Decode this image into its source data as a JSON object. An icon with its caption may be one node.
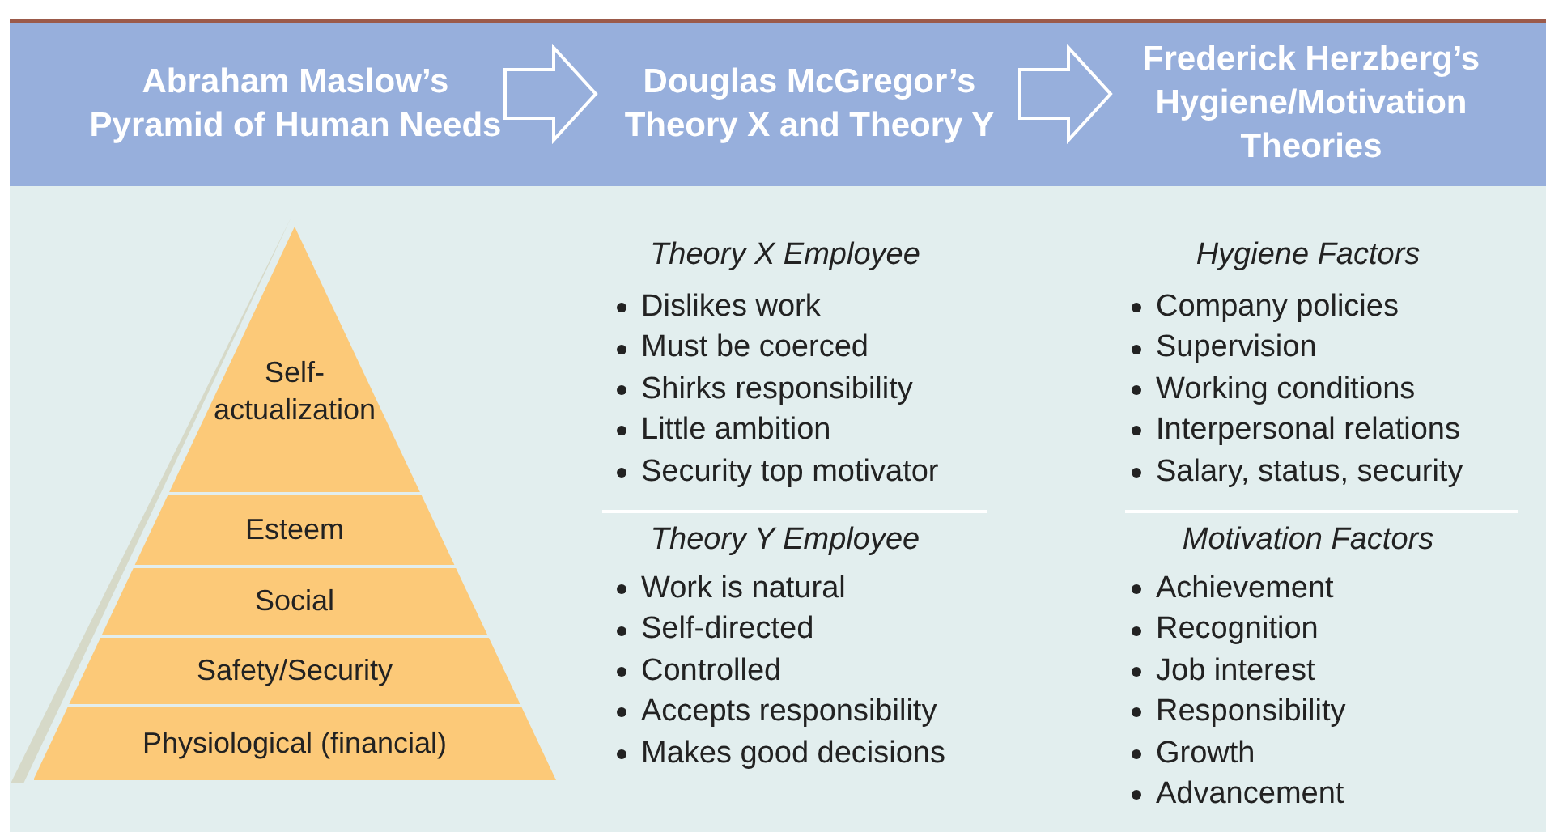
{
  "diagram": {
    "nodes": [
      {
        "text": [
          "Abraham Maslow’s Pyramid of Human Needs"
        ]
      },
      {
        "text": [
          "Douglas McGregor’s Theory X and Theory Y"
        ]
      },
      {
        "text": [
          "Frederick Herzberg’s Hygiene/Motivation Theories"
        ]
      },
      {
        "text": [
          "Self-actualization"
        ]
      },
      {
        "text": [
          "Esteem"
        ]
      },
      {
        "text": [
          "Social"
        ]
      },
      {
        "text": [
          "Safety/Security"
        ]
      },
      {
        "text": [
          "Physiological (financial)"
        ]
      }
    ],
    "edges": [
      {
        "from": 0,
        "to": 1,
        "arrow": "to"
      },
      {
        "from": 1,
        "to": 2,
        "arrow": "to"
      }
    ],
    "labels": [
      "Theory X Employee",
      "Dislikes work",
      "Must be coerced",
      "Shirks responsibility",
      "Little ambition",
      "Security top motivator",
      "Theory Y Employee",
      "Work is natural",
      "Self-directed",
      "Controlled",
      "Accepts responsibility",
      "Makes good decisions",
      "Hygiene Factors",
      "Company policies",
      "Supervision",
      "Working conditions",
      "Interpersonal relations",
      "Salary, status, security",
      "Motivation Factors",
      "Achievement",
      "Recognition",
      "Job interest",
      "Responsibility",
      "Growth",
      "Advancement"
    ]
  }
}
